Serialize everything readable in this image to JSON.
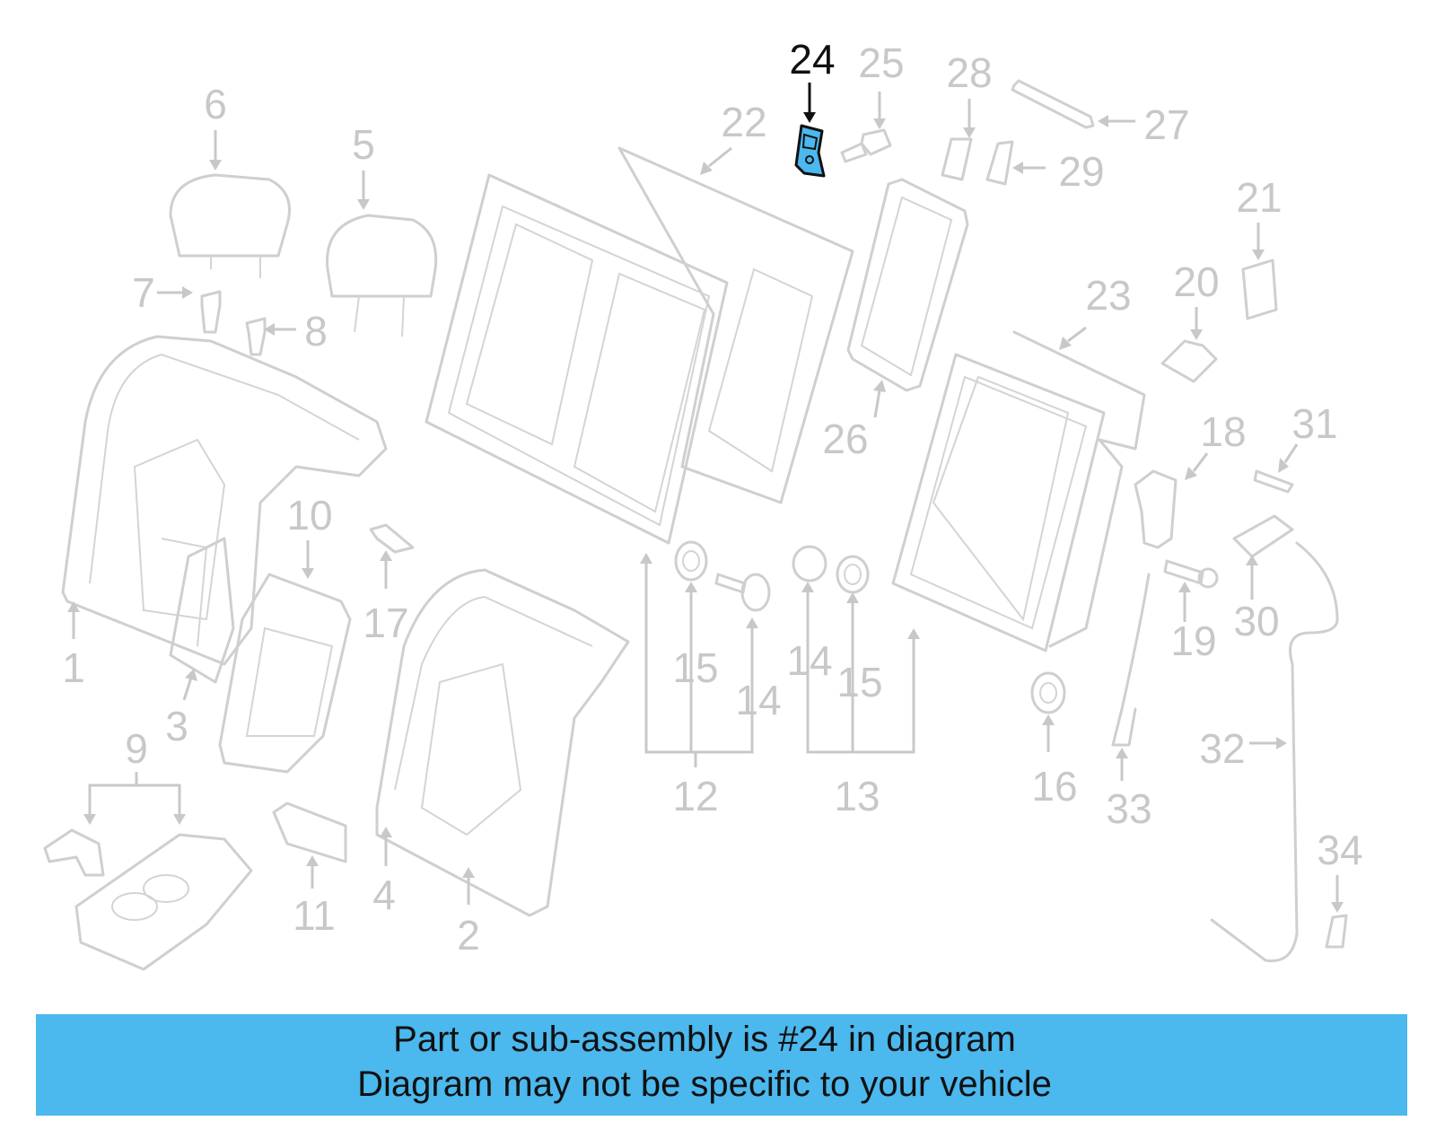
{
  "labels": {
    "n1": "1",
    "n2": "2",
    "n3": "3",
    "n4": "4",
    "n5": "5",
    "n6": "6",
    "n7": "7",
    "n8": "8",
    "n9": "9",
    "n10": "10",
    "n11": "11",
    "n12": "12",
    "n13": "13",
    "n14a": "14",
    "n14b": "14",
    "n15a": "15",
    "n15b": "15",
    "n16": "16",
    "n17": "17",
    "n18": "18",
    "n19": "19",
    "n20": "20",
    "n21": "21",
    "n22": "22",
    "n23": "23",
    "n24": "24",
    "n25": "25",
    "n26": "26",
    "n27": "27",
    "n28": "28",
    "n29": "29",
    "n30": "30",
    "n31": "31",
    "n32": "32",
    "n33": "33",
    "n34": "34"
  },
  "highlighted_part": "24",
  "colors": {
    "highlight": "#4bb8ee",
    "line_art": "#cfcfcf",
    "label": "#c8c8c8",
    "highlight_label": "#111111"
  },
  "banner": {
    "line1": "Part or sub-assembly is #24 in diagram",
    "line2": "Diagram may not be specific to your vehicle"
  }
}
